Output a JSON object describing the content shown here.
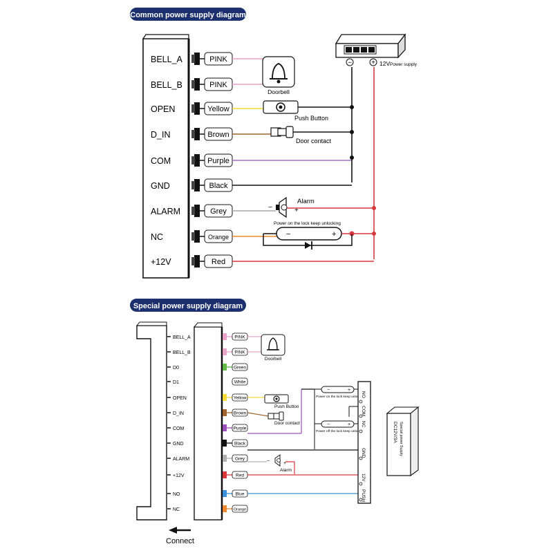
{
  "common": {
    "title": "Common power supply diagram",
    "terminals": [
      "BELL_A",
      "BELL_B",
      "OPEN",
      "D_IN",
      "COM",
      "GND",
      "ALARM",
      "NC",
      "+12V"
    ],
    "wires": [
      {
        "label": "PINK",
        "color": "#e7a3c8"
      },
      {
        "label": "PINK",
        "color": "#e7a3c8"
      },
      {
        "label": "Yellow",
        "color": "#f2dc3a"
      },
      {
        "label": "Brown",
        "color": "#a0662f"
      },
      {
        "label": "Purple",
        "color": "#a66fc0"
      },
      {
        "label": "Black",
        "color": "#111111"
      },
      {
        "label": "Grey",
        "color": "#a8a8a8"
      },
      {
        "label": "Orange",
        "color": "#f08a2e"
      },
      {
        "label": "Red",
        "color": "#d9363e"
      }
    ],
    "doorbell": "Doorbell",
    "push_button": "Push Button",
    "door_contact": "Door contact",
    "alarm": "Alarm",
    "lock_note": "Power on the lock keep unlocking",
    "minus": "−",
    "plus": "+",
    "supply_minus": "−",
    "supply_plus": "+",
    "supply_label": "12V",
    "supply_sub": "Power supply"
  },
  "special": {
    "title": "Special power supply diagram",
    "terminals": [
      "BELL_A",
      "BELL_B",
      "D0",
      "D1",
      "OPEN",
      "D_IN",
      "COM",
      "GND",
      "ALARM",
      "+12V",
      "NO",
      "NC"
    ],
    "wires": [
      {
        "label": "PINK",
        "color": "#e7a3c8"
      },
      {
        "label": "PINK",
        "color": "#e7a3c8"
      },
      {
        "label": "Green",
        "color": "#63b846"
      },
      {
        "label": "White",
        "color": "#dddddd"
      },
      {
        "label": "Yellow",
        "color": "#f2dc3a"
      },
      {
        "label": "Brown",
        "color": "#a0662f"
      },
      {
        "label": "Purple",
        "color": "#9b51b8"
      },
      {
        "label": "Black",
        "color": "#111111"
      },
      {
        "label": "Grey",
        "color": "#b0b0b0"
      },
      {
        "label": "Red",
        "color": "#d9363e"
      },
      {
        "label": "Blue",
        "color": "#3a8fd8"
      },
      {
        "label": "Orange",
        "color": "#f08a2e"
      }
    ],
    "doorbell": "Doorbell",
    "push_button": "Push Button",
    "door_contact": "Door contact",
    "alarm": "Alarm",
    "lock_on_note": "Power on the lock keep unlocking",
    "lock_off_note": "Power off the lock keep unlocking",
    "psu_terminals": [
      "NO",
      "COM",
      "NC",
      "GND",
      "12V",
      "PUSH"
    ],
    "psu_line1": "DC12V/3A",
    "psu_line2": "Special power Supply",
    "connect": "Connect",
    "minus": "−",
    "plus": "+"
  },
  "colors": {
    "header_bg": "#1d2f6e",
    "gray_dark": "#222222"
  }
}
